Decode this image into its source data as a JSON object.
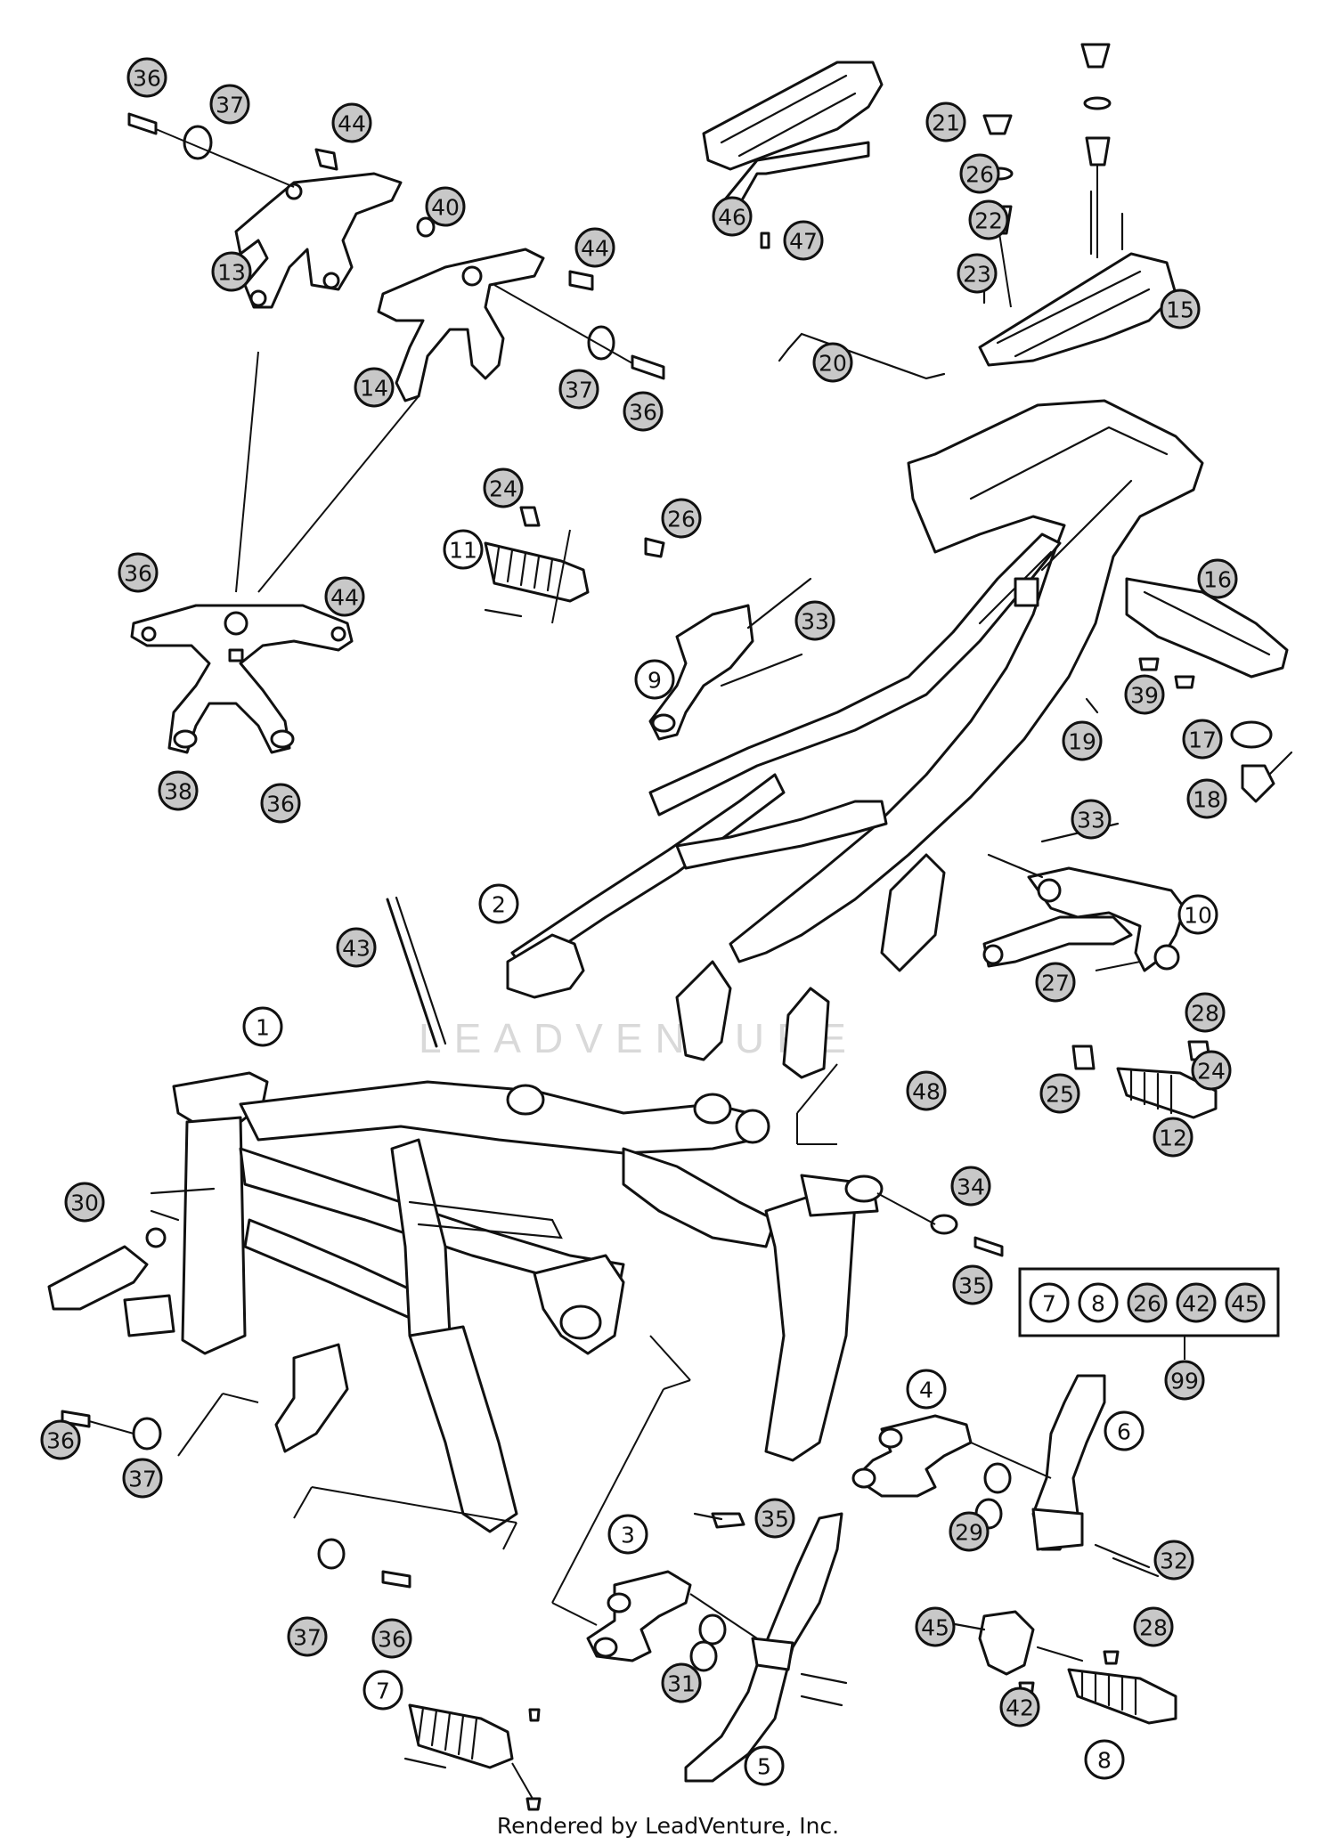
{
  "diagram": {
    "callouts": [
      {
        "label": "36",
        "style": "filled"
      },
      {
        "label": "37",
        "style": "filled"
      },
      {
        "label": "44",
        "style": "filled"
      },
      {
        "label": "40",
        "style": "filled"
      },
      {
        "label": "13",
        "style": "filled"
      },
      {
        "label": "44",
        "style": "filled"
      },
      {
        "label": "14",
        "style": "filled"
      },
      {
        "label": "37",
        "style": "filled"
      },
      {
        "label": "36",
        "style": "filled"
      },
      {
        "label": "46",
        "style": "filled"
      },
      {
        "label": "47",
        "style": "filled"
      },
      {
        "label": "21",
        "style": "filled"
      },
      {
        "label": "26",
        "style": "filled"
      },
      {
        "label": "22",
        "style": "filled"
      },
      {
        "label": "23",
        "style": "filled"
      },
      {
        "label": "15",
        "style": "filled"
      },
      {
        "label": "20",
        "style": "filled"
      },
      {
        "label": "24",
        "style": "filled"
      },
      {
        "label": "26",
        "style": "filled"
      },
      {
        "label": "11",
        "style": "open"
      },
      {
        "label": "33",
        "style": "filled"
      },
      {
        "label": "9",
        "style": "open"
      },
      {
        "label": "16",
        "style": "filled"
      },
      {
        "label": "39",
        "style": "filled"
      },
      {
        "label": "19",
        "style": "filled"
      },
      {
        "label": "17",
        "style": "filled"
      },
      {
        "label": "18",
        "style": "filled"
      },
      {
        "label": "36",
        "style": "filled"
      },
      {
        "label": "44",
        "style": "filled"
      },
      {
        "label": "38",
        "style": "filled"
      },
      {
        "label": "36",
        "style": "filled"
      },
      {
        "label": "33",
        "style": "filled"
      },
      {
        "label": "10",
        "style": "open"
      },
      {
        "label": "2",
        "style": "open"
      },
      {
        "label": "43",
        "style": "filled"
      },
      {
        "label": "27",
        "style": "filled"
      },
      {
        "label": "28",
        "style": "filled"
      },
      {
        "label": "1",
        "style": "open"
      },
      {
        "label": "48",
        "style": "filled"
      },
      {
        "label": "25",
        "style": "filled"
      },
      {
        "label": "24",
        "style": "filled"
      },
      {
        "label": "12",
        "style": "filled"
      },
      {
        "label": "30",
        "style": "filled"
      },
      {
        "label": "34",
        "style": "filled"
      },
      {
        "label": "35",
        "style": "filled"
      },
      {
        "label": "36",
        "style": "filled"
      },
      {
        "label": "37",
        "style": "filled"
      },
      {
        "label": "4",
        "style": "open"
      },
      {
        "label": "6",
        "style": "open"
      },
      {
        "label": "29",
        "style": "filled"
      },
      {
        "label": "32",
        "style": "filled"
      },
      {
        "label": "3",
        "style": "open"
      },
      {
        "label": "35",
        "style": "filled"
      },
      {
        "label": "37",
        "style": "filled"
      },
      {
        "label": "36",
        "style": "filled"
      },
      {
        "label": "45",
        "style": "filled"
      },
      {
        "label": "28",
        "style": "filled"
      },
      {
        "label": "7",
        "style": "open"
      },
      {
        "label": "31",
        "style": "filled"
      },
      {
        "label": "42",
        "style": "filled"
      },
      {
        "label": "8",
        "style": "open"
      },
      {
        "label": "5",
        "style": "open"
      }
    ],
    "kit": {
      "items": [
        {
          "label": "7",
          "style": "open"
        },
        {
          "label": "8",
          "style": "open"
        },
        {
          "label": "26",
          "style": "filled"
        },
        {
          "label": "42",
          "style": "filled"
        },
        {
          "label": "45",
          "style": "filled"
        }
      ],
      "kit_label": {
        "label": "99",
        "style": "filled"
      }
    },
    "watermark": "LEADVENTURE",
    "footer": "Rendered by LeadVenture, Inc."
  }
}
